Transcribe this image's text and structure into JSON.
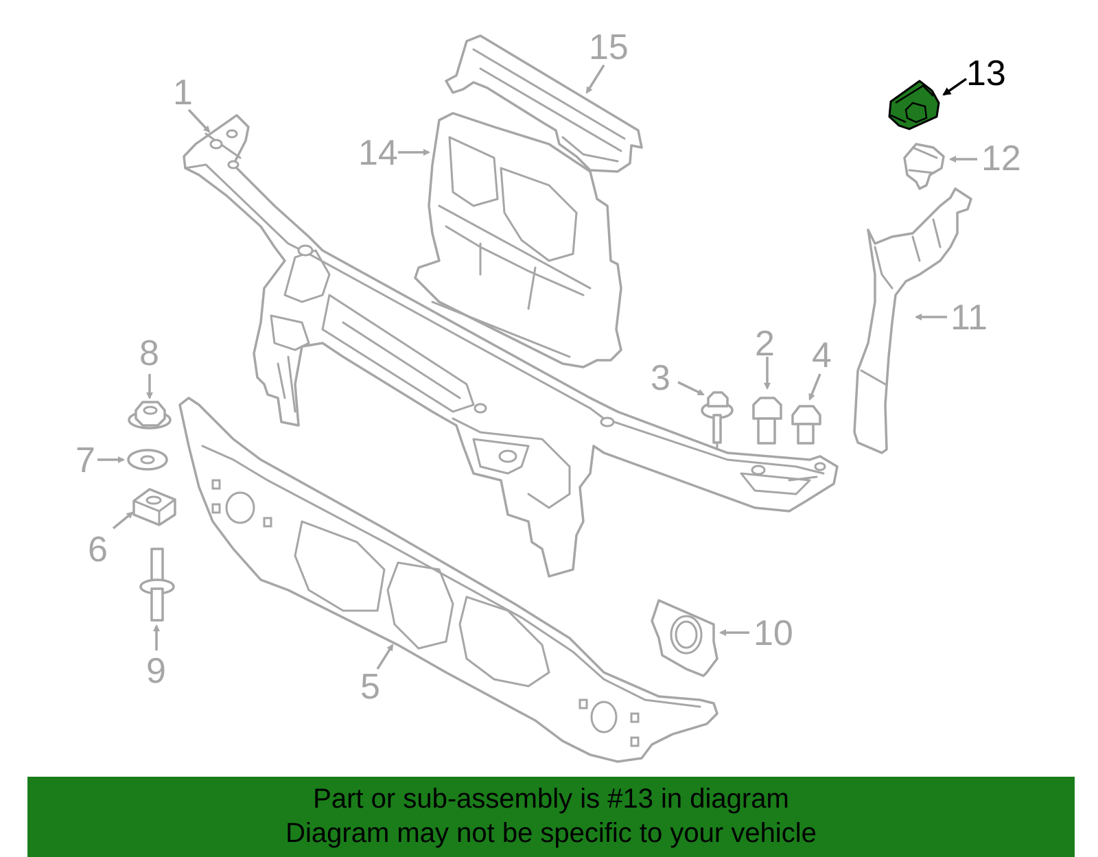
{
  "callouts": [
    {
      "id": "1",
      "label": "1"
    },
    {
      "id": "2",
      "label": "2"
    },
    {
      "id": "3",
      "label": "3"
    },
    {
      "id": "4",
      "label": "4"
    },
    {
      "id": "5",
      "label": "5"
    },
    {
      "id": "6",
      "label": "6"
    },
    {
      "id": "7",
      "label": "7"
    },
    {
      "id": "8",
      "label": "8"
    },
    {
      "id": "9",
      "label": "9"
    },
    {
      "id": "10",
      "label": "10"
    },
    {
      "id": "11",
      "label": "11"
    },
    {
      "id": "12",
      "label": "12"
    },
    {
      "id": "13",
      "label": "13",
      "highlighted": true
    },
    {
      "id": "14",
      "label": "14"
    },
    {
      "id": "15",
      "label": "15"
    }
  ],
  "banner": {
    "line1": "Part or sub-assembly is #13 in diagram",
    "line2": "Diagram may not be specific to your vehicle"
  },
  "colors": {
    "highlight": "#1f7a1f",
    "banner": "#1a7d1a",
    "line": "#a6a6a6"
  }
}
